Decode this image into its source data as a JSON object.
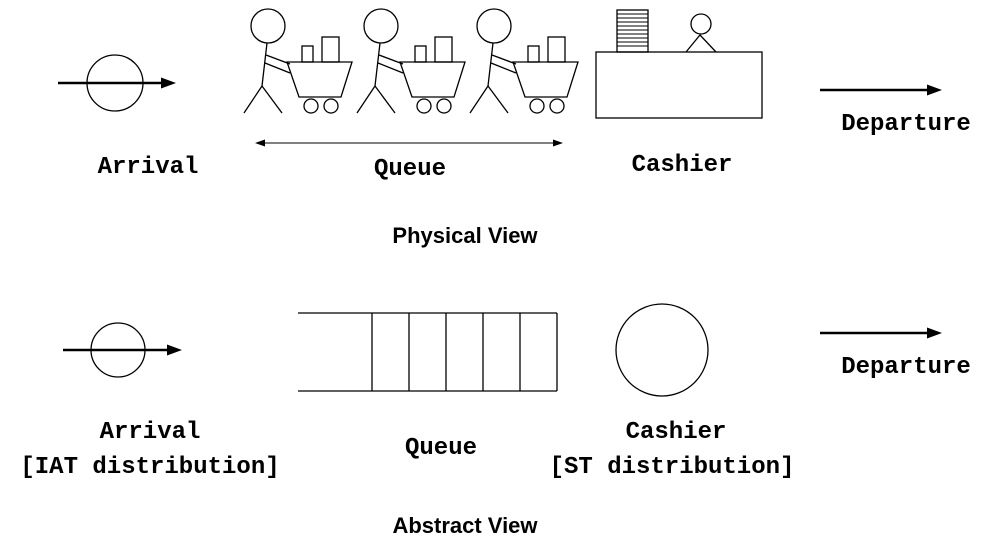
{
  "colors": {
    "stroke": "#000000",
    "background": "#ffffff"
  },
  "physical_view": {
    "title": "Physical View",
    "arrival_label": "Arrival",
    "queue_label": "Queue",
    "cashier_label": "Cashier",
    "departure_label": "Departure"
  },
  "abstract_view": {
    "title": "Abstract View",
    "arrival_label": "Arrival",
    "arrival_distribution": "[IAT distribution]",
    "queue_label": "Queue",
    "cashier_label": "Cashier",
    "cashier_distribution": "[ST distribution]",
    "departure_label": "Departure"
  }
}
